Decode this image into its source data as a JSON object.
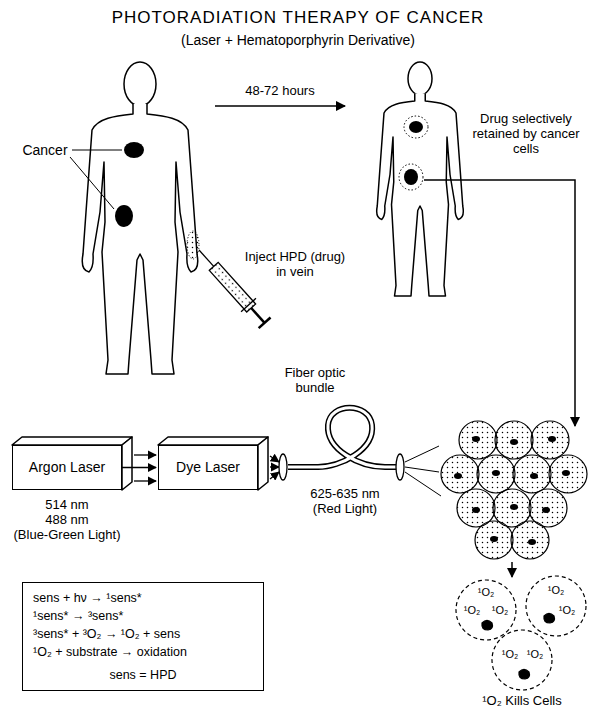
{
  "diagram": {
    "title": "PHOTORADIATION THERAPY OF CANCER",
    "nodes": [
      {
        "text": [
          "Argon Laser"
        ]
      },
      {
        "text": [
          "Dye Laser"
        ]
      },
      {
        "text": [
          "sens + hν → ¹sens*",
          "¹sens* → ³sens*",
          "³sens* + ³O₂ → ¹O₂ + sens",
          "¹O₂ + substrate → oxidation",
          "sens = HPD"
        ]
      }
    ],
    "edges": [
      {
        "from": 0,
        "to": 1,
        "arrow": "to"
      }
    ],
    "labels": [
      "(Laser + Hematoporphyrin Derivative)",
      "Cancer",
      "Inject HPD (drug) in vein",
      "48-72 hours",
      "Drug selectively retained by cancer cells",
      "514 nm",
      "488 nm",
      "(Blue-Green Light)",
      "Fiber optic bundle",
      "625-635 nm",
      "(Red Light)",
      "¹O₂",
      "¹O₂",
      "¹O₂",
      "¹O₂",
      "¹O₂",
      "¹O₂",
      "¹O₂",
      "¹O₂ Kills Cells"
    ]
  }
}
